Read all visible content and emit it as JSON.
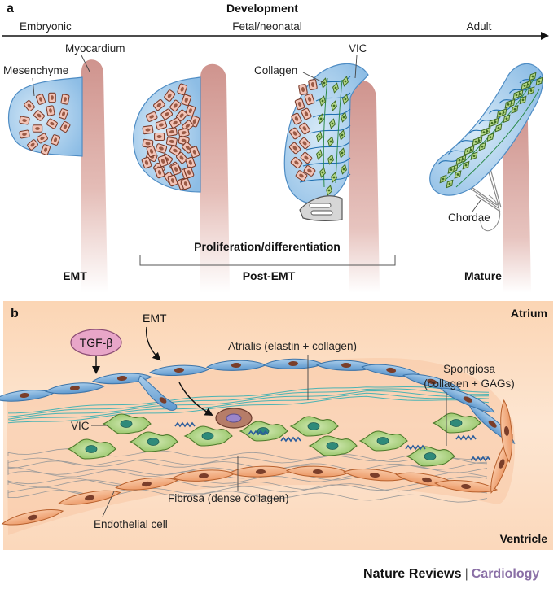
{
  "panel_a": {
    "letter": "a",
    "title": "Development",
    "stages": {
      "embryonic": "Embryonic",
      "fetal": "Fetal/neonatal",
      "adult": "Adult"
    },
    "labels": {
      "mesenchyme": "Mesenchyme",
      "myocardium": "Myocardium",
      "collagen": "Collagen",
      "vic": "VIC",
      "chordae": "Chordae",
      "proliferation": "Proliferation/differentiation",
      "emt": "EMT",
      "post_emt": "Post-EMT",
      "mature": "Mature"
    }
  },
  "panel_b": {
    "letter": "b",
    "atrium": "Atrium",
    "ventricle": "Ventricle",
    "tgf": "TGF-β",
    "emt": "EMT",
    "atrialis": "Atrialis (elastin + collagen)",
    "spongiosa_1": "Spongiosa",
    "spongiosa_2": "(collagen + GAGs)",
    "vic": "VIC",
    "fibrosa": "Fibrosa (dense collagen)",
    "endothelial": "Endothelial cell"
  },
  "footer": {
    "journal": "Nature Reviews",
    "separator": "|",
    "section": "Cardiology"
  },
  "colors": {
    "mesenchyme_blue": "#8fbfe6",
    "myocardium_pink": "#d9a7a0",
    "vic_green": "#a9cf7c",
    "collagen_blue": "#2b6aa8",
    "panel_b_bg": "#fbdcc0",
    "endothelial_blue": "#6fa7d6",
    "endothelial_orange": "#f1a77a",
    "tgf_pink": "#e8a6c8",
    "brand_purple": "#8a6fa6"
  }
}
